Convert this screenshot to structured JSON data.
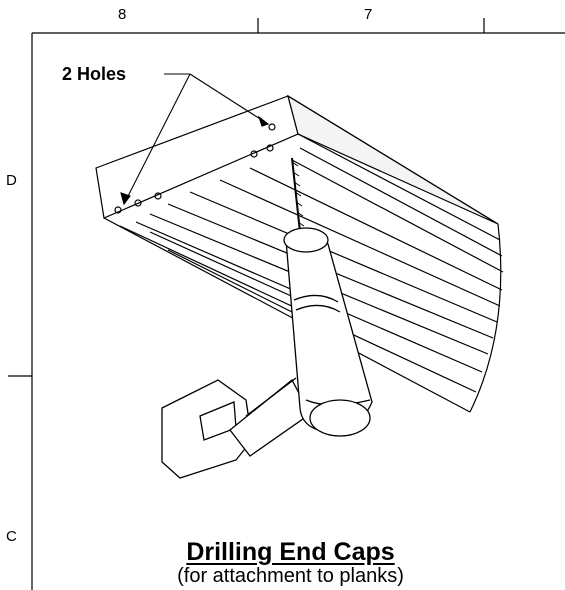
{
  "frame": {
    "top_zones": [
      "8",
      "7"
    ],
    "left_zones": [
      "D",
      "C"
    ]
  },
  "callout": {
    "text": "2 Holes"
  },
  "caption": {
    "title": "Drilling End Caps",
    "subtitle": "(for attachment to planks)"
  }
}
